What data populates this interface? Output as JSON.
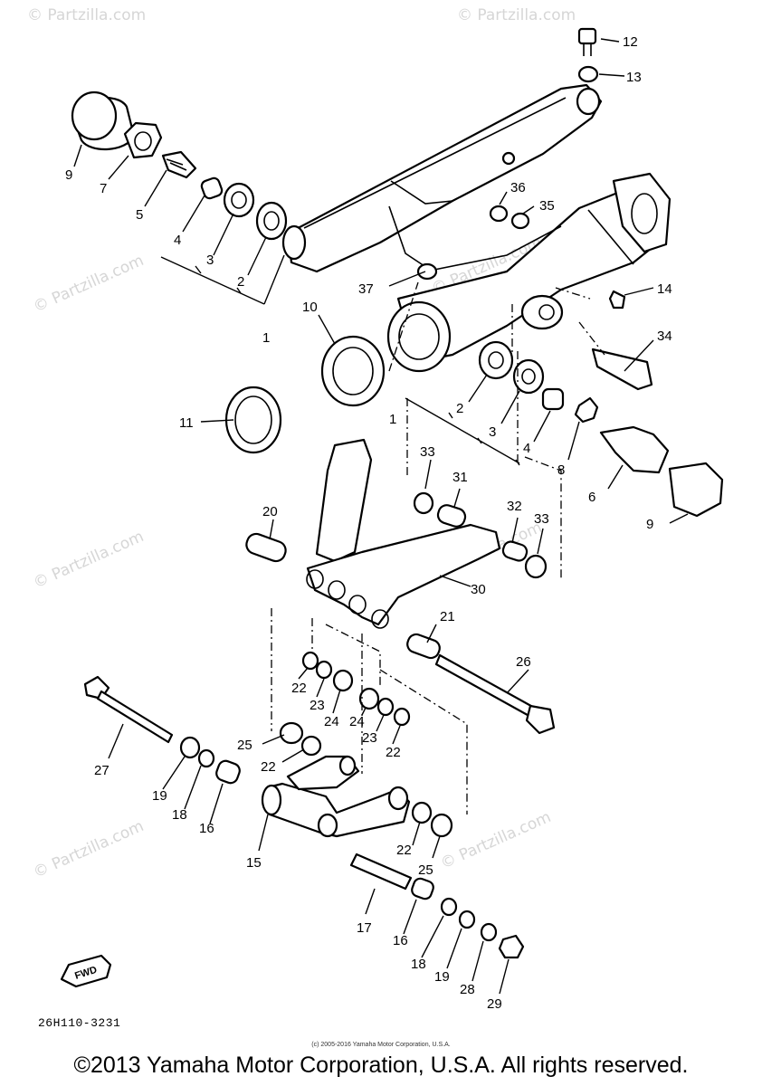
{
  "watermark": "© Partzilla.com",
  "diagram_code": "26H110-3231",
  "fwd_label": "FWD",
  "copyright_small": "(c) 2005-2016 Yamaha Motor Corporation, U.S.A.",
  "copyright_main": "©2013 Yamaha Motor Corporation, U.S.A. All rights reserved.",
  "callouts": {
    "c1a": "1",
    "c1b": "1",
    "c2a": "2",
    "c2b": "2",
    "c3a": "3",
    "c3b": "3",
    "c4a": "4",
    "c4b": "4",
    "c5": "5",
    "c6": "6",
    "c7": "7",
    "c8": "8",
    "c9a": "9",
    "c9b": "9",
    "c10": "10",
    "c11": "11",
    "c12": "12",
    "c13": "13",
    "c14": "14",
    "c15": "15",
    "c16a": "16",
    "c16b": "16",
    "c17": "17",
    "c18a": "18",
    "c18b": "18",
    "c19a": "19",
    "c19b": "19",
    "c20": "20",
    "c21": "21",
    "c22a": "22",
    "c22b": "22",
    "c22c": "22",
    "c22d": "22",
    "c23a": "23",
    "c23b": "23",
    "c24a": "24",
    "c24b": "24",
    "c25a": "25",
    "c25b": "25",
    "c26": "26",
    "c27": "27",
    "c28": "28",
    "c29": "29",
    "c30": "30",
    "c31": "31",
    "c32": "32",
    "c33a": "33",
    "c33b": "33",
    "c34": "34",
    "c35": "35",
    "c36": "36",
    "c37": "37"
  }
}
